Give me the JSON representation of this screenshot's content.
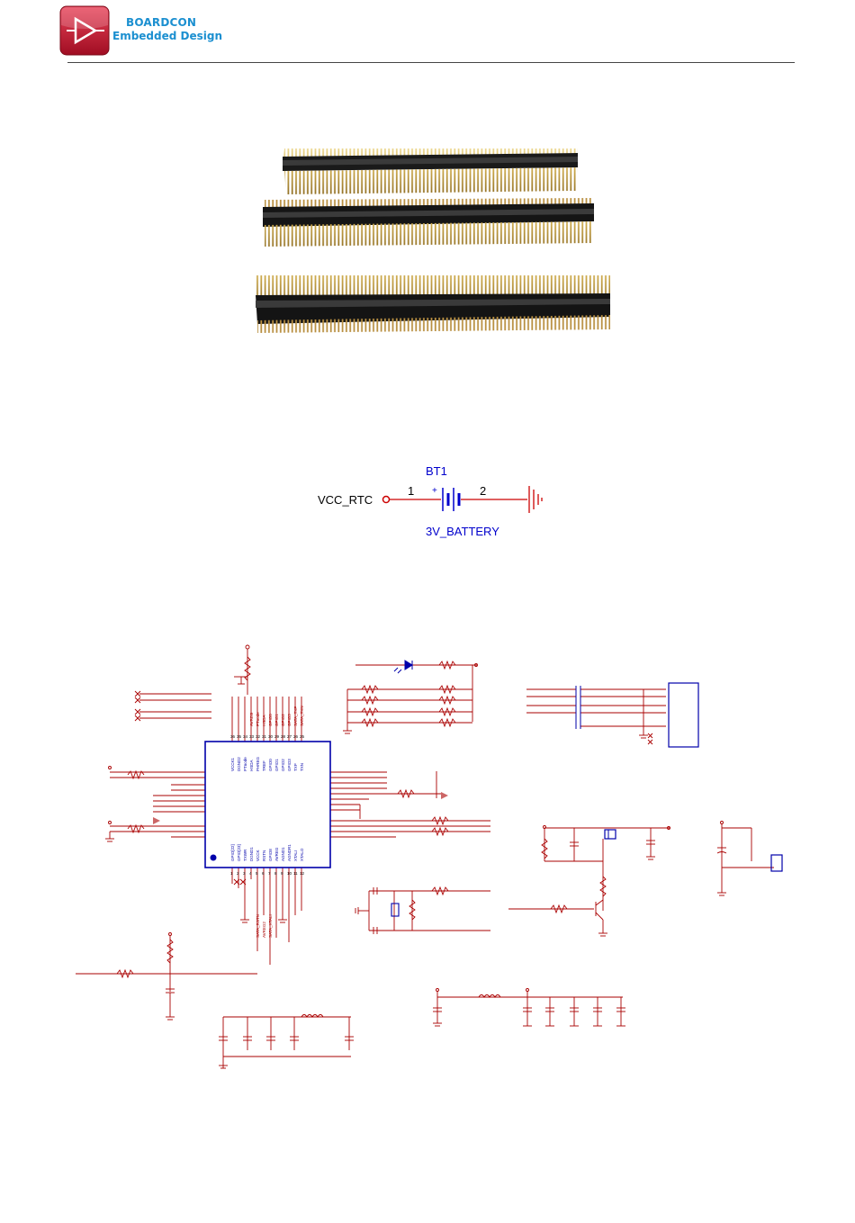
{
  "header": {
    "brand_name": "BOARDCON",
    "brand_tagline": "Embedded Design",
    "logo_colors": {
      "primary": "#c8102e",
      "accent": "#ffffff"
    }
  },
  "figure_photo": {
    "subject": "pin-headers-icon"
  },
  "battery_schematic": {
    "ref": "BT1",
    "net_left": "VCC_RTC",
    "pin_1": "1",
    "pin_2": "2",
    "plus_sign": "+",
    "value": "3V_BATTERY",
    "wire_color": "#cc0000",
    "symbol_color": "#0000cc"
  },
  "main_schematic": {
    "wire_color": "#aa0000",
    "component_color": "#0000aa",
    "ic_pins_top": [
      "36",
      "35",
      "34",
      "33",
      "32",
      "31",
      "30",
      "29",
      "28",
      "27",
      "26",
      "25"
    ],
    "ic_pins_bottom": [
      "1",
      "2",
      "3",
      "4",
      "5",
      "6",
      "7",
      "8",
      "9",
      "10",
      "11",
      "12"
    ],
    "ic_labels_top": [
      "VCCK1",
      "DGND2",
      "PTnode",
      "HSDA",
      "PHREG",
      "TREF",
      "GPIO0",
      "GPIO1",
      "GPIO2",
      "GPIO3",
      "TXP",
      "TXN"
    ],
    "ic_labels_bottom": [
      "GPIO[22]",
      "GPIO[23]",
      "TXWR",
      "DGND1",
      "VCCK",
      "RSTN",
      "GPIO8",
      "AVREG",
      "AGND1",
      "AGNDR1",
      "XTALI",
      "XTALO"
    ],
    "net_labels": [
      "AVREG",
      "PTnode",
      "HSDA",
      "GPIO0",
      "GPIO1",
      "GPIO2",
      "GPIO3",
      "SATA_TXP",
      "SATA_TXN",
      "SATA_RSTN",
      "AVREG2",
      "SATA_XTALI"
    ]
  }
}
